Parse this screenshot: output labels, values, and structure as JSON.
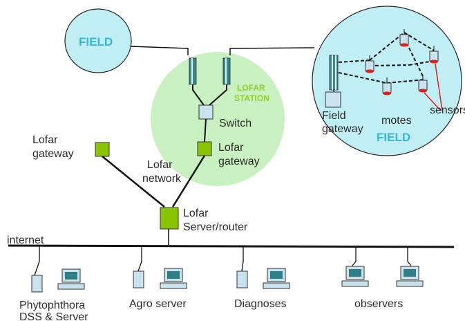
{
  "labels": {
    "field_left": "FIELD",
    "lofar_station_line1": "LOFAR",
    "lofar_station_line2": "STATION",
    "switch": "Switch",
    "lofar_gateway_center_line1": "Lofar",
    "lofar_gateway_center_line2": "gateway",
    "lofar_gateway_left_line1": "Lofar",
    "lofar_gateway_left_line2": "gateway",
    "lofar_network_line1": "Lofar",
    "lofar_network_line2": "network",
    "server_router_line1": "Lofar",
    "server_router_line2": "Server/router",
    "internet": "internet",
    "field_gateway_line1": "Field",
    "field_gateway_line2": "gateway",
    "motes": "motes",
    "sensors": "sensors",
    "field_right": "FIELD",
    "phytophthora_line1": "Phytophthora",
    "phytophthora_line2": "DSS & Server",
    "agro_server": "Agro server",
    "diagnoses": "Diagnoses",
    "observers": "observers"
  },
  "colors": {
    "field_circle_fill": "#bfeef5",
    "station_fill": "#c8f0c0",
    "station_text": "#8fd02a",
    "field_text": "#36b7d6",
    "gateway_green": "#88c400",
    "switch_blue": "#c8e2ee",
    "motes_blue": "#2a52b8",
    "sensors_red": "#e0201a",
    "line": "#111111"
  },
  "icons": [
    "antenna-icon",
    "switch-icon",
    "gateway-icon",
    "server-tower-icon",
    "monitor-icon",
    "mote-icon",
    "sensor-icon"
  ]
}
